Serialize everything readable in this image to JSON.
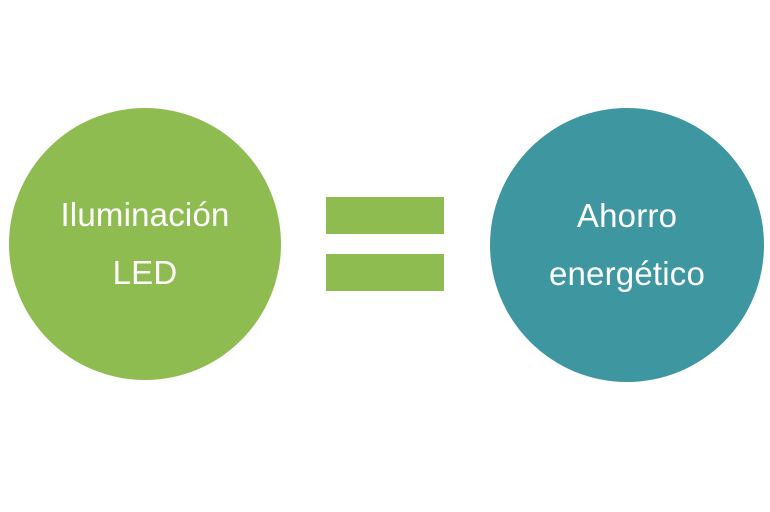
{
  "diagram": {
    "left_node": {
      "lines": [
        "Iluminación",
        "LED"
      ],
      "color": "#8fbc51"
    },
    "operator": {
      "symbol": "equals",
      "color": "#8fbc51"
    },
    "right_node": {
      "lines": [
        "Ahorro",
        "energético"
      ],
      "color": "#3e97a0"
    }
  }
}
